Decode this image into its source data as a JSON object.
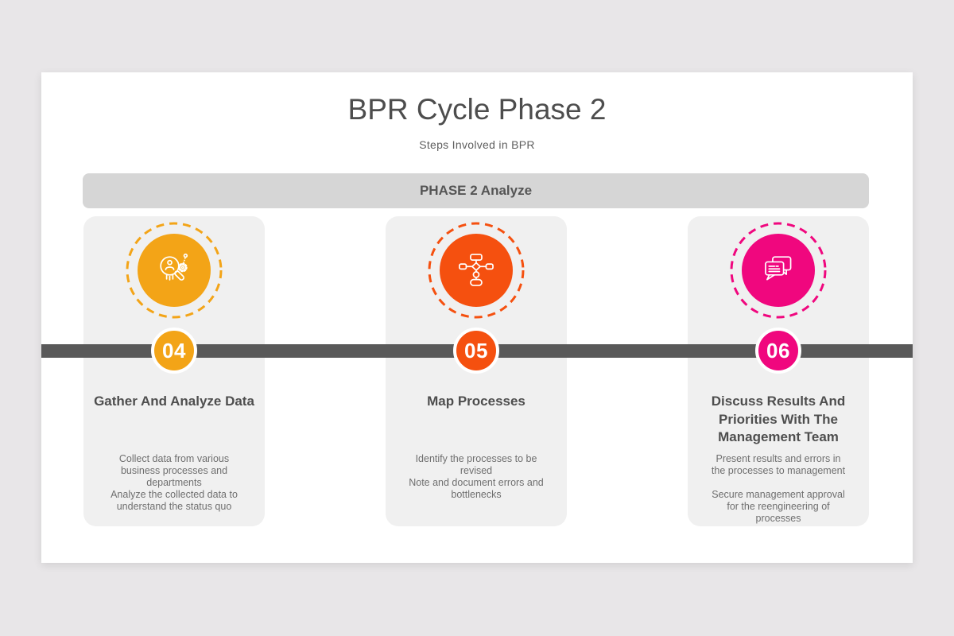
{
  "page": {
    "background": "#E8E6E8",
    "slide_background": "#FFFFFF"
  },
  "header": {
    "title": "BPR Cycle Phase 2",
    "subtitle": "Steps Involved in BPR"
  },
  "phase_banner": {
    "label": "PHASE 2 Analyze",
    "background": "#D6D6D6"
  },
  "timeline": {
    "bar_color": "#595959"
  },
  "cards": [
    {
      "number": "04",
      "accent": "#F3A417",
      "icon": "magnifier-analytics-icon",
      "title": "Gather And Analyze Data",
      "body": "Collect data from various business processes and departments\nAnalyze the collected data to understand the status quo"
    },
    {
      "number": "05",
      "accent": "#F5500F",
      "icon": "flowchart-icon",
      "title": "Map Processes",
      "body": "Identify the processes to be revised\nNote and document errors and bottlenecks"
    },
    {
      "number": "06",
      "accent": "#F0077E",
      "icon": "chat-bubbles-icon",
      "title": "Discuss Results And\nPriorities With The\nManagement Team",
      "body": "Present results and errors in the processes to management\n\nSecure management approval for the reengineering of processes"
    }
  ]
}
